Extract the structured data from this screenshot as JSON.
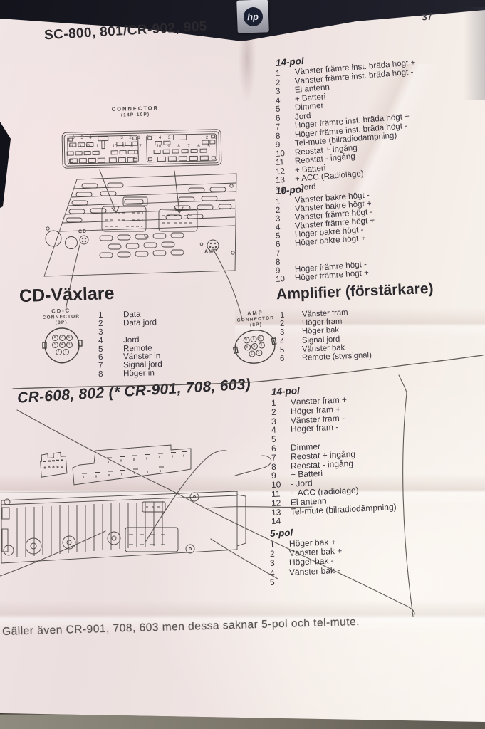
{
  "page": {
    "number": "37",
    "footer": "Gäller även CR-901, 708, 603 men dessa saknar 5-pol och tel-mute."
  },
  "badge": {
    "brand": "hp"
  },
  "section1": {
    "title": "SC-800, 801/CR-902, 905",
    "connector_label": "CONNECTOR",
    "connector_type": "(14P-10P)",
    "cd_port_label": "CD",
    "amp_port_label": "AMP",
    "plug14_top": [
      "6",
      "5",
      "4",
      "3",
      "2",
      "1"
    ],
    "plug14_mid": [
      "14",
      "13",
      "12",
      "11",
      "10",
      "9",
      "8",
      "7"
    ],
    "plug10_top": [
      "4",
      "3",
      "2",
      "1"
    ],
    "plug10_mid": [
      "10",
      "9",
      "8",
      "7",
      "6",
      "5"
    ],
    "pol14": {
      "title": "14-pol",
      "pins": [
        {
          "n": "1",
          "label": "Vänster främre inst. bräda högt +"
        },
        {
          "n": "2",
          "label": "Vänster främre inst. bräda högt -"
        },
        {
          "n": "3",
          "label": "El antenn"
        },
        {
          "n": "4",
          "label": "+ Batteri"
        },
        {
          "n": "5",
          "label": "Dimmer"
        },
        {
          "n": "6",
          "label": "Jord"
        },
        {
          "n": "7",
          "label": "Höger främre inst. bräda högt +"
        },
        {
          "n": "8",
          "label": "Höger främre inst. bräda högt -"
        },
        {
          "n": "9",
          "label": "Tel-mute (bilradiodämpning)"
        },
        {
          "n": "10",
          "label": "Reostat + ingång"
        },
        {
          "n": "11",
          "label": "Reostat - ingång"
        },
        {
          "n": "12",
          "label": "+ Batteri"
        },
        {
          "n": "13",
          "label": "+ ACC (Radioläge)"
        },
        {
          "n": "14",
          "label": "- Jord"
        }
      ]
    },
    "pol10": {
      "title": "10-pol",
      "pins": [
        {
          "n": "1",
          "label": "Vänster bakre högt -"
        },
        {
          "n": "2",
          "label": "Vänster bakre högt +"
        },
        {
          "n": "3",
          "label": "Vänster främre högt -"
        },
        {
          "n": "4",
          "label": "Vänster främre högt +"
        },
        {
          "n": "5",
          "label": "Höger bakre högt -"
        },
        {
          "n": "6",
          "label": "Höger bakre högt +"
        },
        {
          "n": "7",
          "label": ""
        },
        {
          "n": "8",
          "label": ""
        },
        {
          "n": "9",
          "label": "Höger främre högt -"
        },
        {
          "n": "10",
          "label": "Höger främre högt +"
        }
      ]
    }
  },
  "cd_changer": {
    "title": "CD-Växlare",
    "connector_name": "CD-C",
    "connector_word": "CONNECTOR",
    "connector_type": "(8P)",
    "pin_numbers": [
      "8",
      "7",
      "6",
      "5",
      "4",
      "3",
      "2",
      "1"
    ],
    "pins": [
      {
        "n": "1",
        "label": "Data"
      },
      {
        "n": "2",
        "label": "Data jord"
      },
      {
        "n": "3",
        "label": ""
      },
      {
        "n": "4",
        "label": "Jord"
      },
      {
        "n": "5",
        "label": "Remote"
      },
      {
        "n": "6",
        "label": "Vänster in"
      },
      {
        "n": "7",
        "label": "Signal jord"
      },
      {
        "n": "8",
        "label": "Höger in"
      }
    ]
  },
  "amplifier": {
    "title": "Amplifier (förstärkare)",
    "connector_name": "AMP",
    "connector_word": "CONNECTOR",
    "connector_type": "(8P)",
    "pin_numbers": [
      "8",
      "7",
      "6",
      "5",
      "4",
      "3",
      "2",
      "1"
    ],
    "pins": [
      {
        "n": "1",
        "label": "Vänster fram"
      },
      {
        "n": "2",
        "label": "Höger fram"
      },
      {
        "n": "3",
        "label": "Höger bak"
      },
      {
        "n": "4",
        "label": "Signal jord"
      },
      {
        "n": "5",
        "label": "Vänster bak"
      },
      {
        "n": "6",
        "label": "Remote (styrsignal)"
      }
    ]
  },
  "section2": {
    "title": "CR-608, 802 (* CR-901, 708, 603)",
    "pol14": {
      "title": "14-pol",
      "pins": [
        {
          "n": "1",
          "label": "Vänster fram +"
        },
        {
          "n": "2",
          "label": "Höger fram +"
        },
        {
          "n": "3",
          "label": "Vänster fram -"
        },
        {
          "n": "4",
          "label": "Höger fram -"
        },
        {
          "n": "5",
          "label": ""
        },
        {
          "n": "6",
          "label": "Dimmer"
        },
        {
          "n": "7",
          "label": "Reostat + ingång"
        },
        {
          "n": "8",
          "label": "Reostat - ingång"
        },
        {
          "n": "9",
          "label": "+ Batteri"
        },
        {
          "n": "10",
          "label": "- Jord"
        },
        {
          "n": "11",
          "label": "+ ACC (radioläge)"
        },
        {
          "n": "12",
          "label": "El antenn"
        },
        {
          "n": "13",
          "label": "Tel-mute (bilradiodämpning)"
        },
        {
          "n": "14",
          "label": ""
        }
      ]
    },
    "pol5": {
      "title": "5-pol",
      "pins": [
        {
          "n": "1",
          "label": "Höger bak +"
        },
        {
          "n": "2",
          "label": "Vänster bak +"
        },
        {
          "n": "3",
          "label": "Höger bak -"
        },
        {
          "n": "4",
          "label": "Vänster bak -"
        },
        {
          "n": "5",
          "label": ""
        }
      ]
    }
  }
}
